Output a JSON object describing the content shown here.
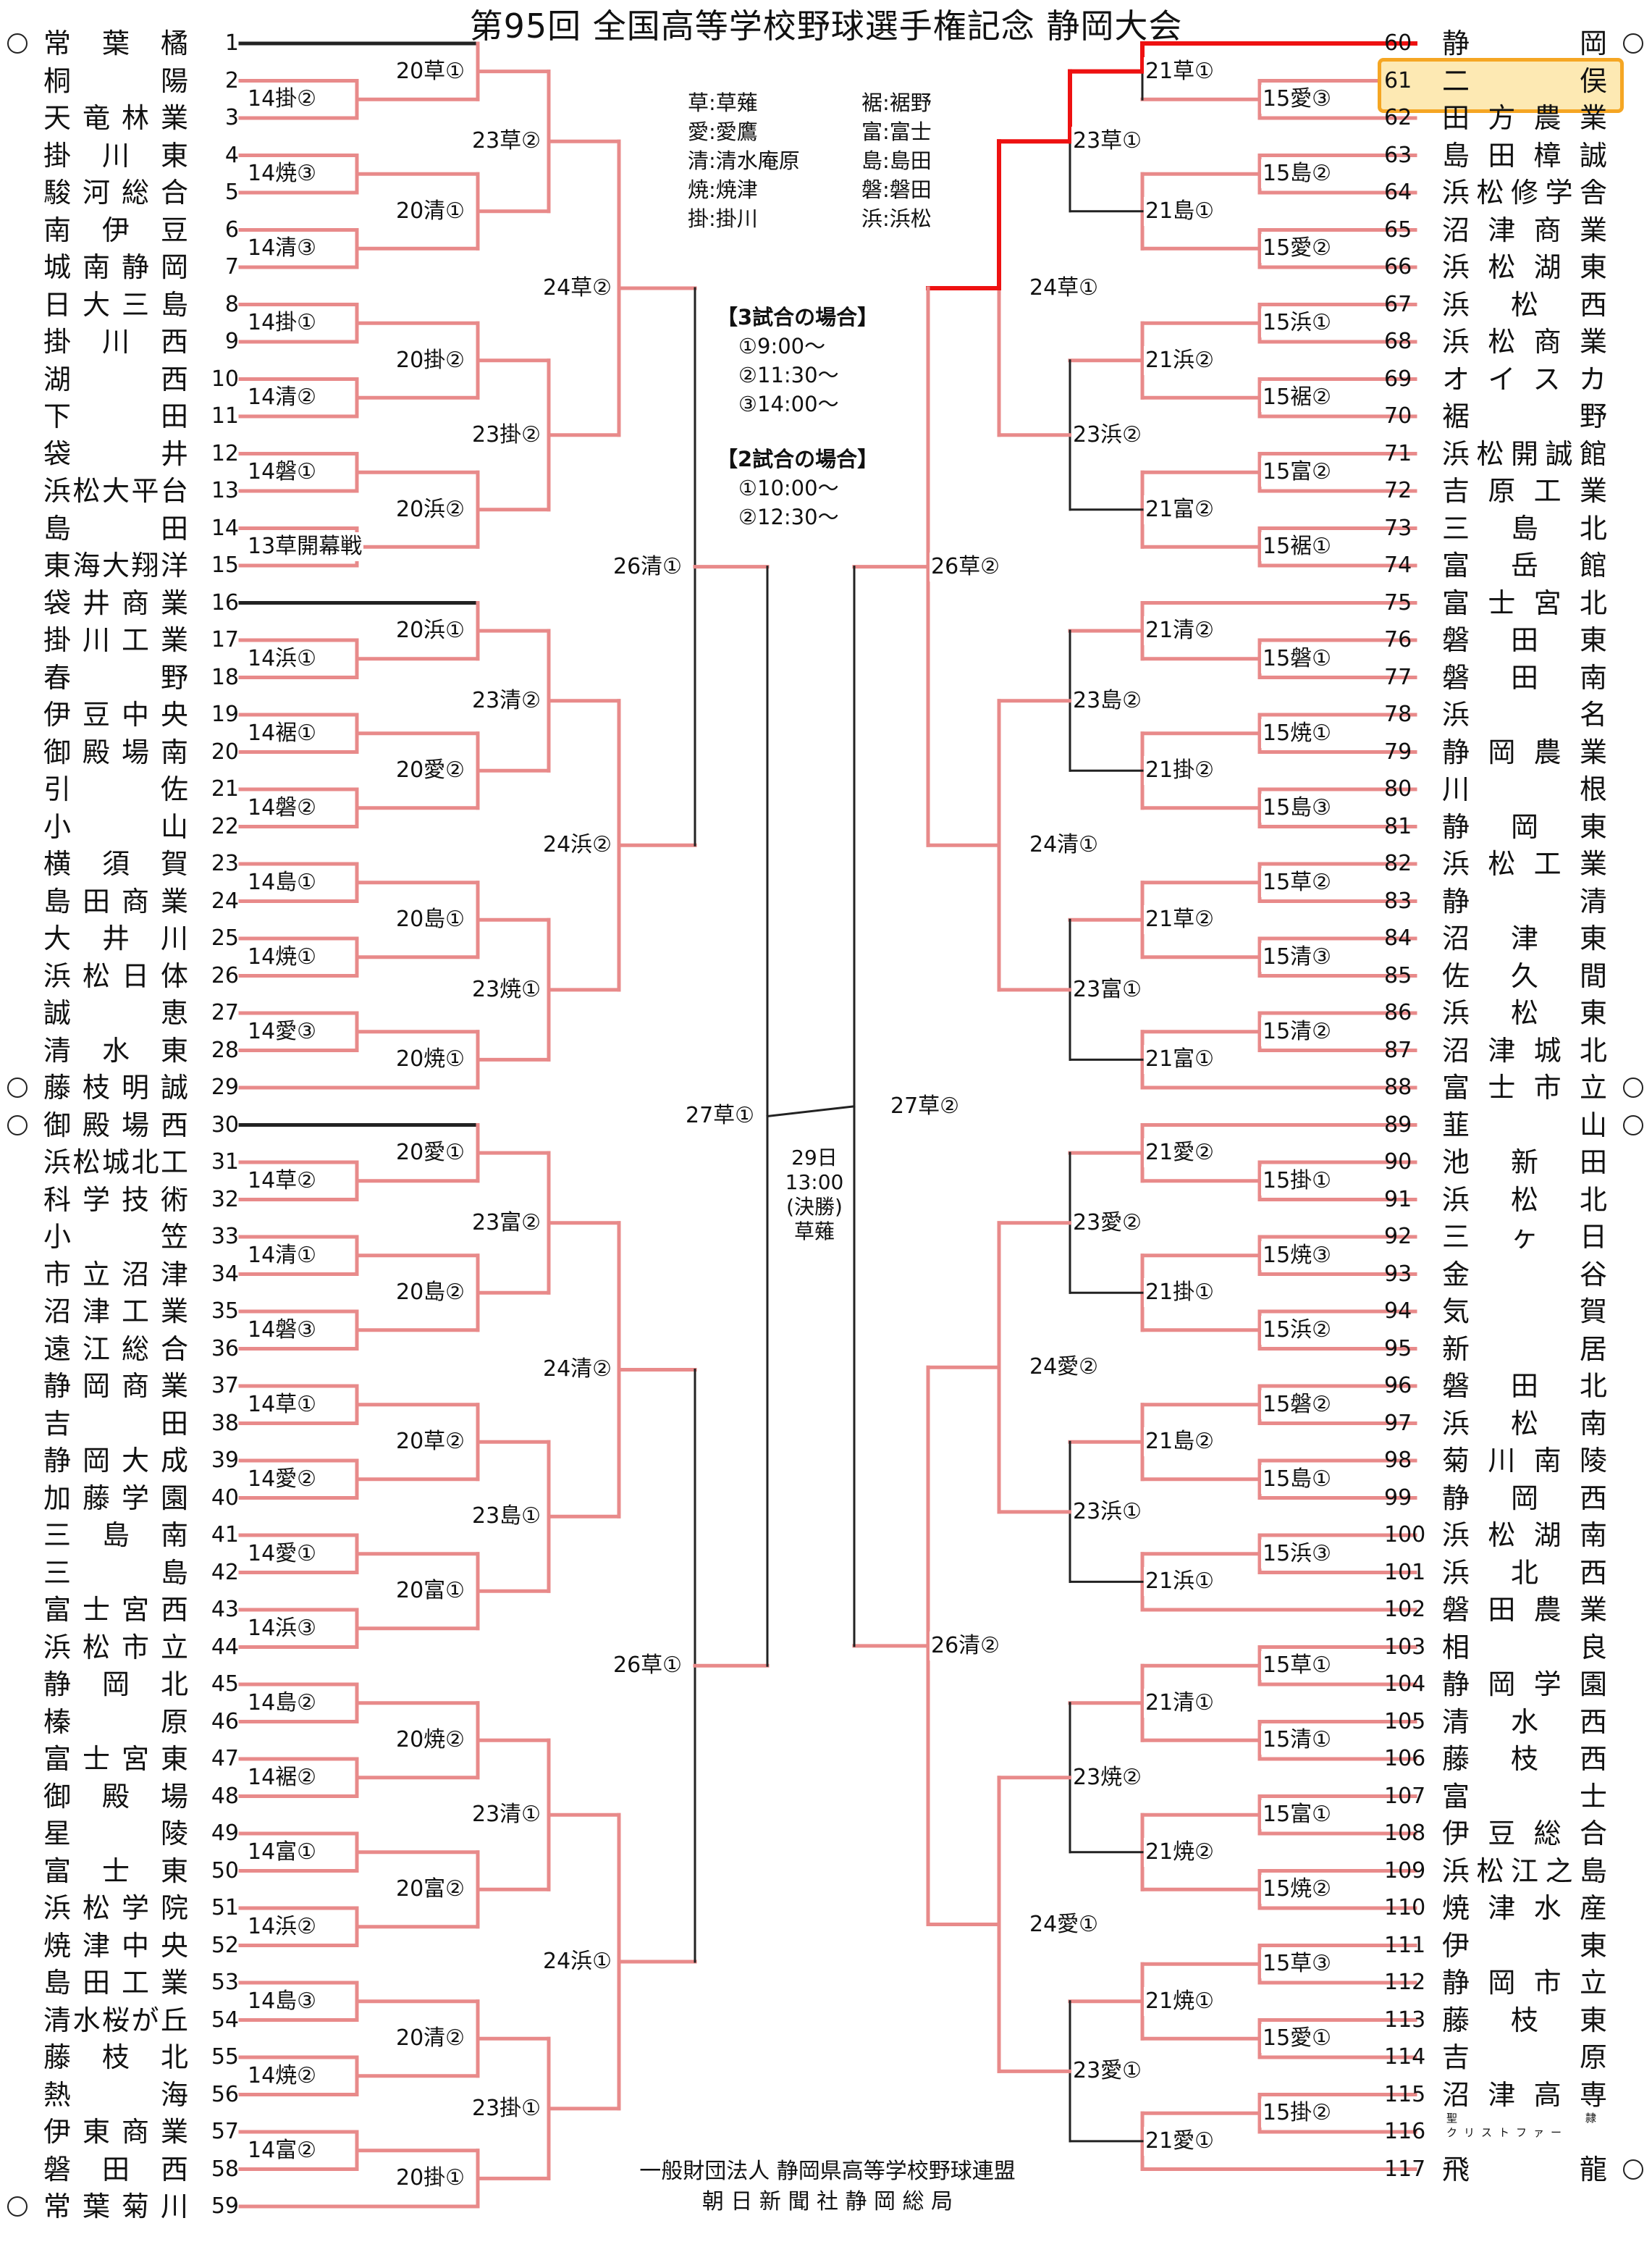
{
  "title": "第95回 全国高等学校野球選手権記念 静岡大会",
  "legend": [
    [
      "草:草薙",
      "裾:裾野"
    ],
    [
      "愛:愛鷹",
      "富:富士"
    ],
    [
      "清:清水庵原",
      "島:島田"
    ],
    [
      "焼:焼津",
      "磐:磐田"
    ],
    [
      "掛:掛川",
      "浜:浜松"
    ]
  ],
  "schedule": {
    "three_header": "【3試合の場合】",
    "three": [
      "①9:00〜",
      "②11:30〜",
      "③14:00〜"
    ],
    "two_header": "【2試合の場合】",
    "two": [
      "①10:00〜",
      "②12:30〜"
    ]
  },
  "final": [
    "29日",
    "13:00",
    "(決勝)",
    "草薙"
  ],
  "footer": [
    "一般財団法人 静岡県高等学校野球連盟",
    "朝 日 新 聞 社 静 岡 総 局"
  ],
  "colors": {
    "line": "#e88a8a",
    "black": "#222222",
    "winner": "#ee1111",
    "highlight_border": "#f5a623",
    "highlight_fill": "#fde9b3"
  },
  "seeded_icon": "circle-icon",
  "left_teams": [
    "常葉橘",
    "桐陽",
    "天竜林業",
    "掛川東",
    "駿河総合",
    "南伊豆",
    "城南静岡",
    "日大三島",
    "掛川西",
    "湖西",
    "下田",
    "袋井",
    "浜松大平台",
    "島田",
    "東海大翔洋",
    "袋井商業",
    "掛川工業",
    "春野",
    "伊豆中央",
    "御殿場南",
    "引佐",
    "小山",
    "横須賀",
    "島田商業",
    "大井川",
    "浜松日体",
    "誠恵",
    "清水東",
    "藤枝明誠",
    "御殿場西",
    "浜松城北工",
    "科学技術",
    "小笠",
    "市立沼津",
    "沼津工業",
    "遠江総合",
    "静岡商業",
    "吉田",
    "静岡大成",
    "加藤学園",
    "三島南",
    "三島",
    "富士宮西",
    "浜松市立",
    "静岡北",
    "榛原",
    "富士宮東",
    "御殿場",
    "星陵",
    "富士東",
    "浜松学院",
    "焼津中央",
    "島田工業",
    "清水桜が丘",
    "藤枝北",
    "熱海",
    "伊東商業",
    "磐田西",
    "常葉菊川"
  ],
  "right_teams": [
    "静岡",
    "二俣",
    "田方農業",
    "島田樟誠",
    "浜松修学舎",
    "沼津商業",
    "浜松湖東",
    "浜松西",
    "浜松商業",
    "オイスカ",
    "裾野",
    "浜松開誠館",
    "吉原工業",
    "三島北",
    "富岳館",
    "富士宮北",
    "磐田東",
    "磐田南",
    "浜名",
    "静岡農業",
    "川根",
    "静岡東",
    "浜松工業",
    "静清",
    "沼津東",
    "佐久間",
    "浜松東",
    "沼津城北",
    "富士市立",
    "韮山",
    "池新田",
    "浜松北",
    "三ヶ日",
    "金谷",
    "気賀",
    "新居",
    "磐田北",
    "浜松南",
    "菊川南陵",
    "静岡西",
    "浜松湖南",
    "浜北西",
    "磐田農業",
    "相良",
    "静岡学園",
    "清水西",
    "藤枝西",
    "富士",
    "伊豆総合",
    "浜松江之島",
    "焼津水産",
    "伊東",
    "静岡市立",
    "藤枝東",
    "吉原",
    "沼津高専",
    "聖隷クリストファー",
    "飛龍"
  ],
  "ruby_text": [
    "聖",
    "隷",
    "クリストファー"
  ],
  "left_r1": [
    "14掛②",
    "14焼③",
    "14清③",
    "14掛①",
    "14清②",
    "14磐①",
    "13草開幕戦",
    "14浜①",
    "14裾①",
    "14磐②",
    "14島①",
    "14焼①",
    "14愛③",
    "14草②",
    "14清①",
    "14磐③",
    "14草①",
    "14愛②",
    "14愛①",
    "14浜③",
    "14島②",
    "14裾②",
    "14富①",
    "14浜②",
    "14島③",
    "14焼②",
    "14富②"
  ],
  "left_r2": [
    "20草①",
    "20清①",
    "20掛②",
    "20浜②",
    "20浜①",
    "20愛②",
    "20島①",
    "20焼①",
    "20愛①",
    "20島②",
    "20草②",
    "20富①",
    "20焼②",
    "20富②",
    "20清②",
    "20掛①"
  ],
  "left_r3": [
    "23草②",
    "23掛②",
    "23清②",
    "23焼①",
    "23富②",
    "23島①",
    "23清①",
    "23掛①"
  ],
  "left_r4": [
    "24草②",
    "24浜②",
    "24清②",
    "24浜①"
  ],
  "left_r5": [
    "26清①",
    "26草①"
  ],
  "left_r6": "27草①",
  "right_r1": [
    "15愛③",
    "15島②",
    "15愛②",
    "15浜①",
    "15裾②",
    "15富②",
    "15裾①",
    "15磐①",
    "15焼①",
    "15島③",
    "15草②",
    "15清③",
    "15清②",
    "15掛①",
    "15焼③",
    "15浜②",
    "15磐②",
    "15島①",
    "15浜③",
    "15草①",
    "15清①",
    "15富①",
    "15焼②",
    "15草③",
    "15愛①",
    "15掛②"
  ],
  "right_r2": [
    "21草①",
    "21島①",
    "21浜②",
    "21富②",
    "21清②",
    "21掛②",
    "21草②",
    "21富①",
    "21愛②",
    "21掛①",
    "21島②",
    "21浜①",
    "21清①",
    "21焼②",
    "21焼①",
    "21愛①"
  ],
  "right_r3": [
    "23草①",
    "23浜②",
    "23島②",
    "23富①",
    "23愛②",
    "23浜①",
    "23焼②",
    "23愛①"
  ],
  "right_r4": [
    "24草①",
    "24清①",
    "24愛②",
    "24愛①"
  ],
  "right_r5": [
    "26草②",
    "26清②"
  ],
  "right_r6": "27草②"
}
